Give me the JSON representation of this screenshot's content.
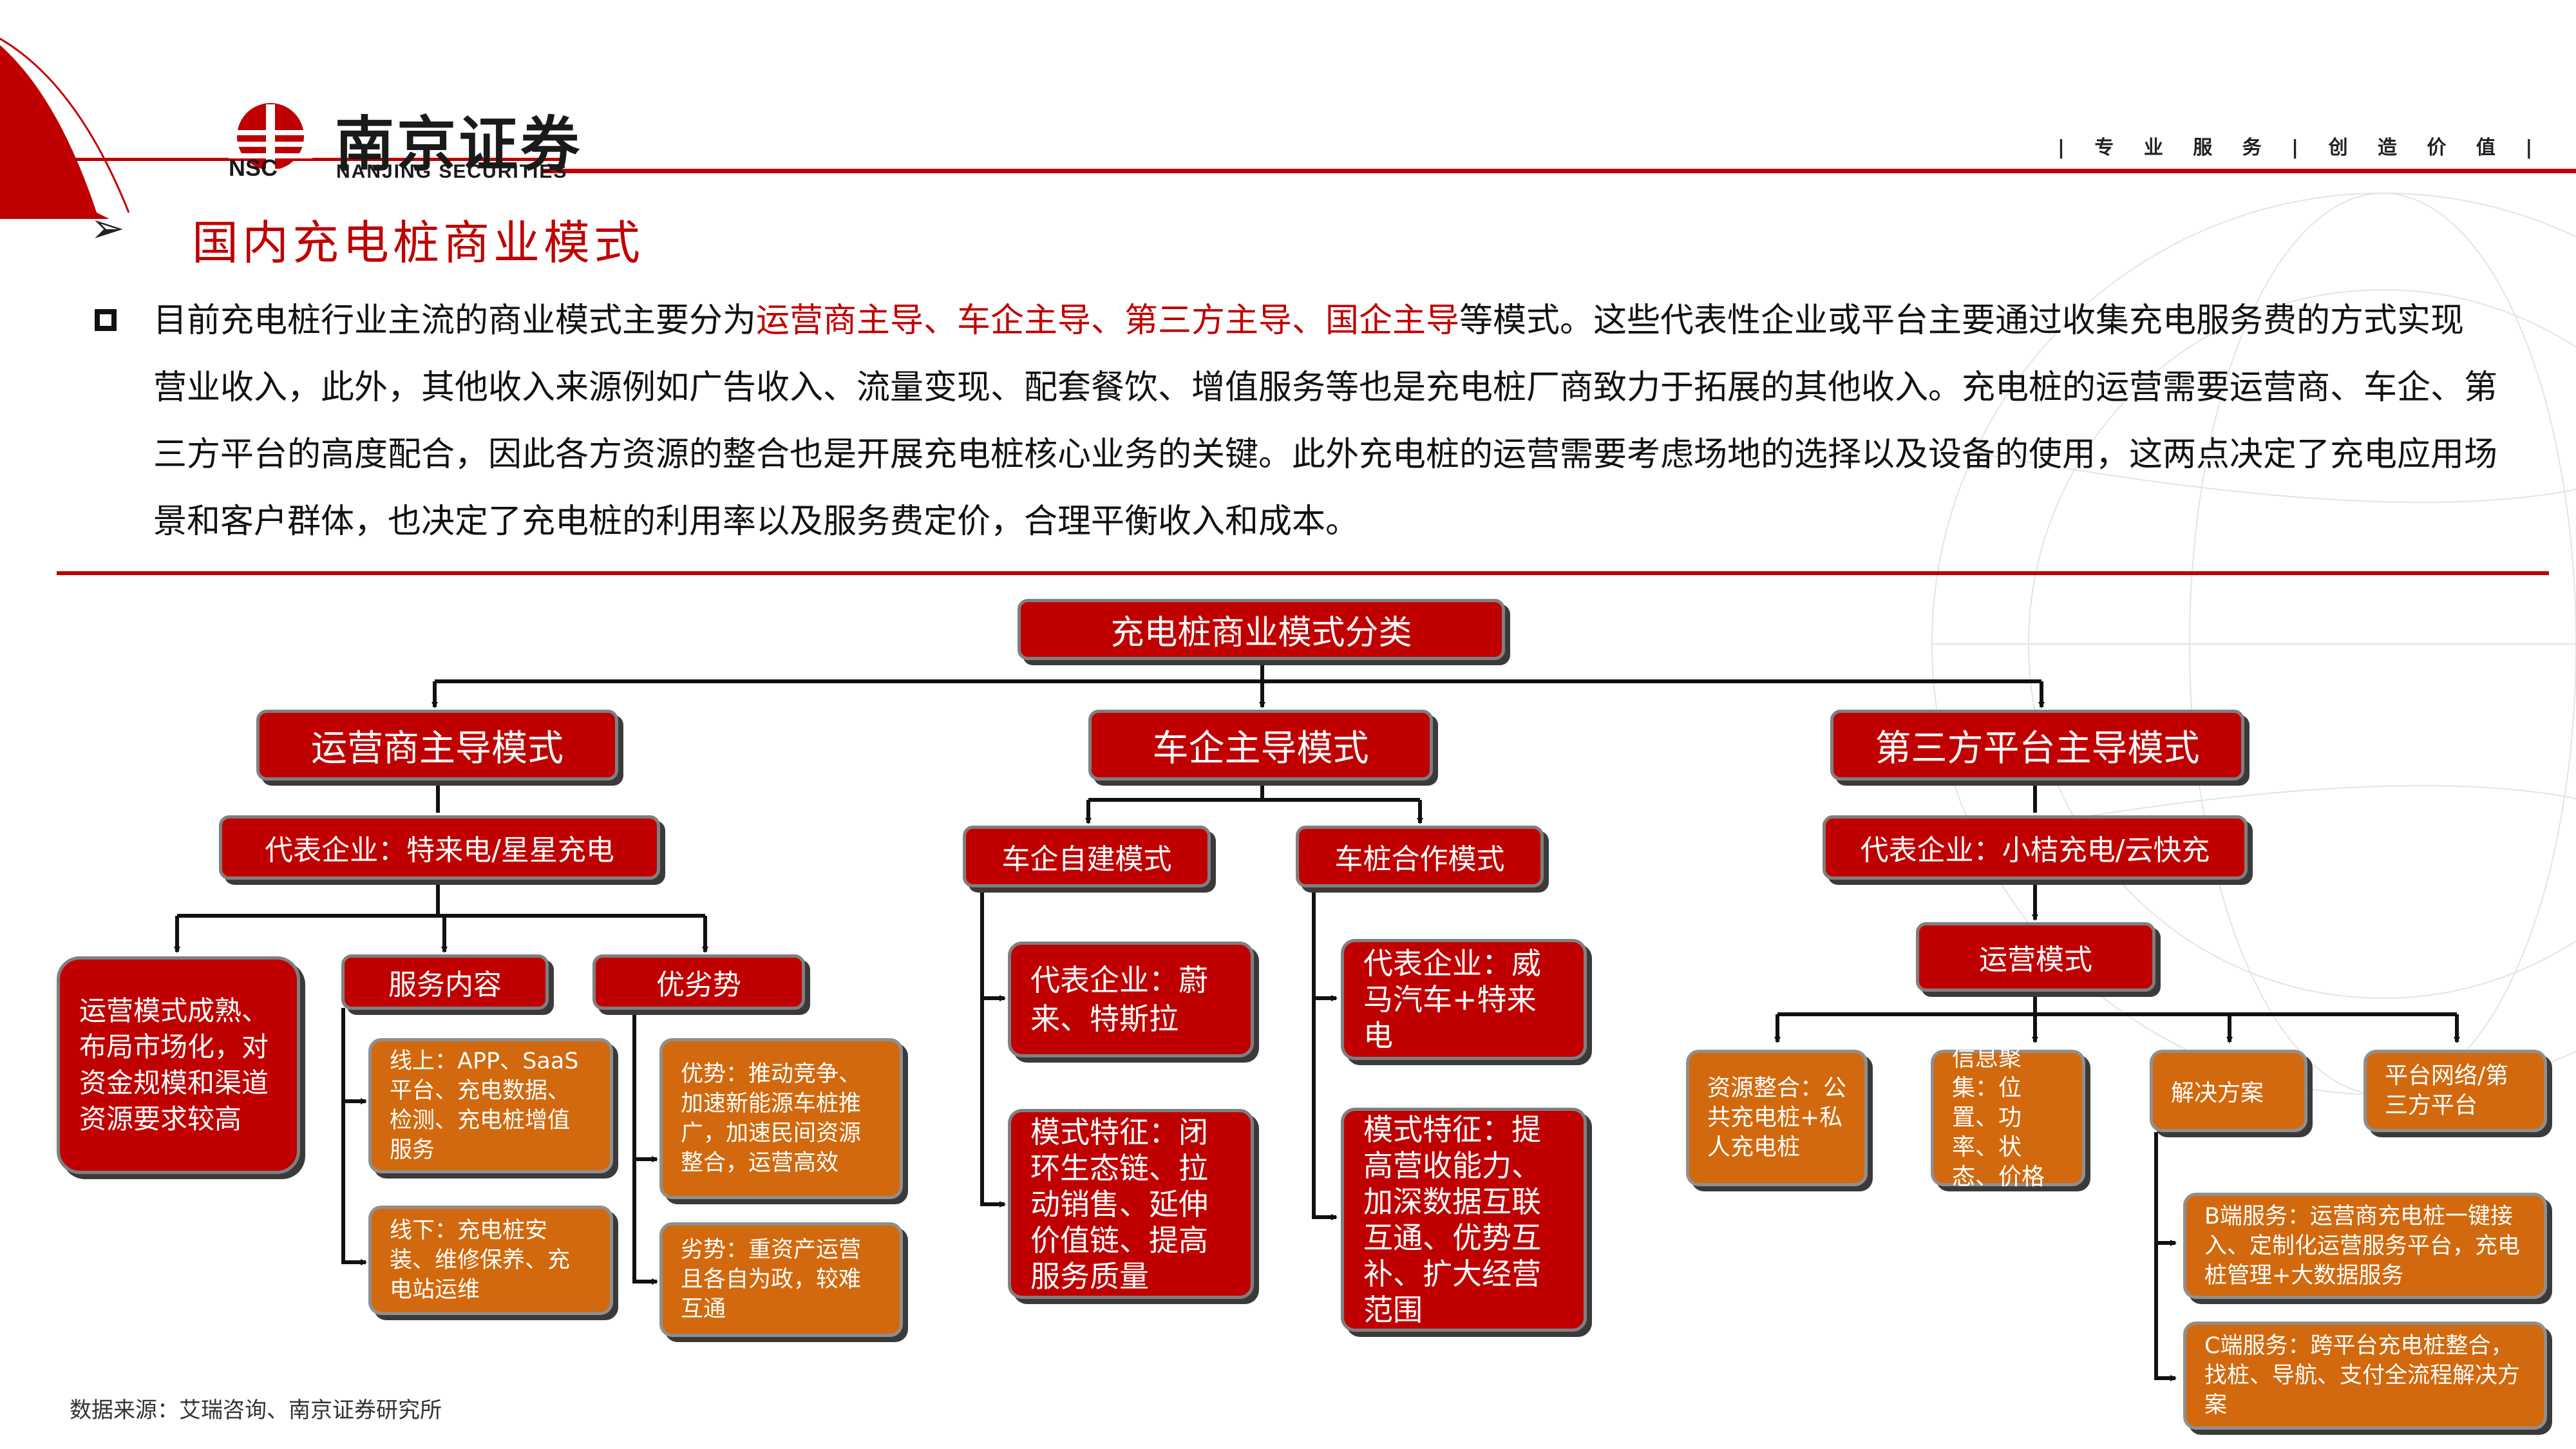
{
  "brand": {
    "name_cn": "南京证券",
    "name_en": "NANJING SECURITIES",
    "abbr": "NSC",
    "slogan": "| 专 业 服 务 | 创 造 价 值 |",
    "brand_color": "#c00000"
  },
  "page": {
    "title": "国内充电桩商业模式",
    "bullet_icon": "hollow-square-icon",
    "intro_before": "目前充电桩行业主流的商业模式主要分为",
    "intro_highlight": "运营商主导、车企主导、第三方主导、国企主导",
    "intro_after": "等模式。这些代表性企业或平台主要通过收集充电服务费的方式实现营业收入，此外，其他收入来源例如广告收入、流量变现、配套餐饮、增值服务等也是充电桩厂商致力于拓展的其他收入。充电桩的运营需要运营商、车企、第三方平台的高度配合，因此各方资源的整合也是开展充电桩核心业务的关键。此外充电桩的运营需要考虑场地的选择以及设备的使用，这两点决定了充电应用场景和客户群体，也决定了充电桩的利用率以及服务费定价，合理平衡收入和成本。",
    "source": "数据来源：艾瑞咨询、南京证券研究所"
  },
  "diagram": {
    "root": "充电桩商业模式分类",
    "operator": {
      "title": "运营商主导模式",
      "rep": "代表企业：特来电/星星充电",
      "summary": "运营模式成熟、布局市场化，对资金规模和渠道资源要求较高",
      "service_label": "服务内容",
      "service_online": "线上：APP、SaaS平台、充电数据、检测、充电桩增值服务",
      "service_offline": "线下：充电桩安装、维修保养、充电站运维",
      "pros_label": "优劣势",
      "pros": "优势：推动竞争、加速新能源车桩推广，加速民间资源整合，运营高效",
      "cons": "劣势：重资产运营且各自为政，较难互通"
    },
    "automaker": {
      "title": "车企主导模式",
      "self_label": "车企自建模式",
      "self_rep": "代表企业：蔚来、特斯拉",
      "self_feature": "模式特征：闭环生态链、拉动销售、延伸价值链、提高服务质量",
      "coop_label": "车桩合作模式",
      "coop_rep": "代表企业：威马汽车+特来电",
      "coop_feature": "模式特征：提高营收能力、加深数据互联互通、优势互补、扩大经营范围"
    },
    "thirdparty": {
      "title": "第三方平台主导模式",
      "rep": "代表企业：小桔充电/云快充",
      "ops_label": "运营模式",
      "resource": "资源整合：公共充电桩+私人充电桩",
      "info": "信息聚集：位置、功率、状态、价格",
      "solution": "解决方案",
      "network": "平台网络/第三方平台",
      "b_service": "B端服务：运营商充电桩一键接入、定制化运营服务平台，充电桩管理+大数据服务",
      "c_service": "C端服务：跨平台充电桩整合，找桩、导航、支付全流程解决方案"
    }
  }
}
